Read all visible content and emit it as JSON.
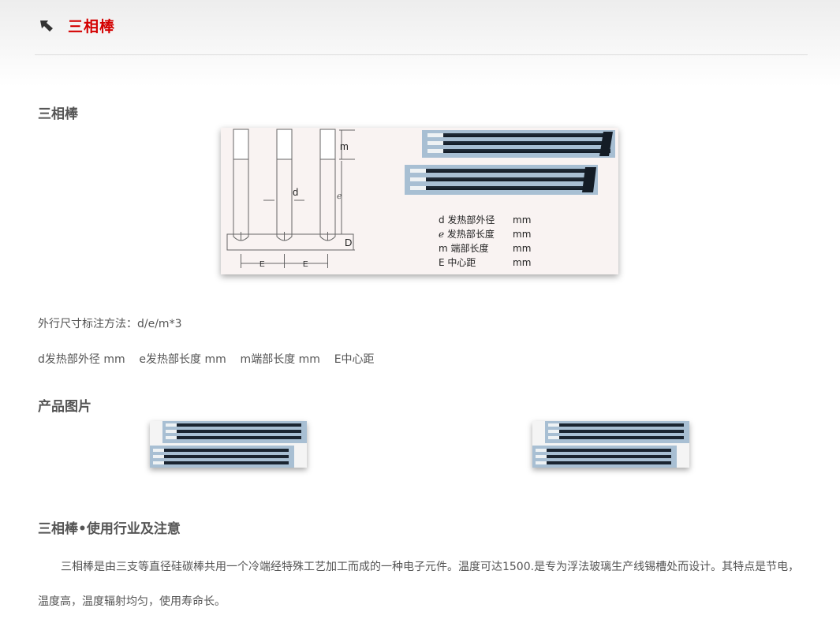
{
  "header": {
    "title": "三相棒"
  },
  "section1": {
    "heading": "三相棒"
  },
  "diagram": {
    "m_label": "m",
    "d_label": "d",
    "e_label": "ℯ",
    "D_label": "D",
    "E_label_1": "E",
    "E_label_2": "E",
    "legend": [
      {
        "key": "d 发热部外径",
        "unit": "mm"
      },
      {
        "key": "ℯ 发热部长度",
        "unit": "mm"
      },
      {
        "key": "m 端部长度",
        "unit": "mm"
      },
      {
        "key": "E 中心距",
        "unit": "mm"
      }
    ]
  },
  "spec": {
    "method": "外行尺寸标注方法：d/e/m*3",
    "legend_line": "d发热部外径 mm    e发热部长度 mm    m端部长度 mm    E中心距"
  },
  "section2": {
    "heading": "产品图片"
  },
  "section3": {
    "heading": "三相棒•使用行业及注意",
    "body": "三相棒是由三支等直径硅碳棒共用一个冷端经特殊工艺加工而成的一种电子元件。温度可达1500.是专为浮法玻璃生产线锡槽处而设计。其特点是节电，温度高，温度辐射均匀，使用寿命长。"
  },
  "colors": {
    "title_red": "#d40000",
    "text_gray": "#555555",
    "rod_dark": "#1d2a3a",
    "rod_light": "#9fb4c8"
  }
}
